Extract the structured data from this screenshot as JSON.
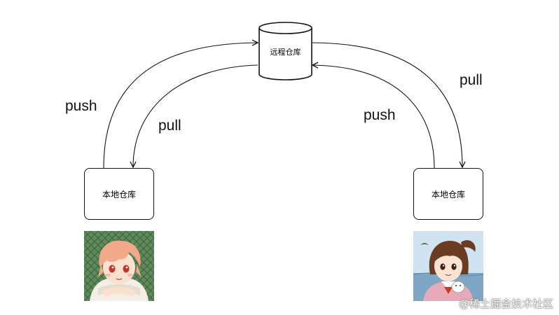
{
  "remote_repo": {
    "label": "远程仓库"
  },
  "local_repos": [
    {
      "label": "本地仓库"
    },
    {
      "label": "本地仓库"
    }
  ],
  "arrows": [
    {
      "label": "push",
      "direction": "local-to-remote"
    },
    {
      "label": "pull",
      "direction": "remote-to-local"
    },
    {
      "label": "push",
      "direction": "local-to-remote"
    },
    {
      "label": "pull",
      "direction": "remote-to-local"
    }
  ],
  "avatars": [
    {
      "icon": "anime-boy-avatar-icon"
    },
    {
      "icon": "anime-girl-avatar-icon"
    }
  ],
  "watermark": "@稀土掘金技术社区",
  "colors": {
    "stroke": "#111111",
    "background": "#ffffff"
  }
}
